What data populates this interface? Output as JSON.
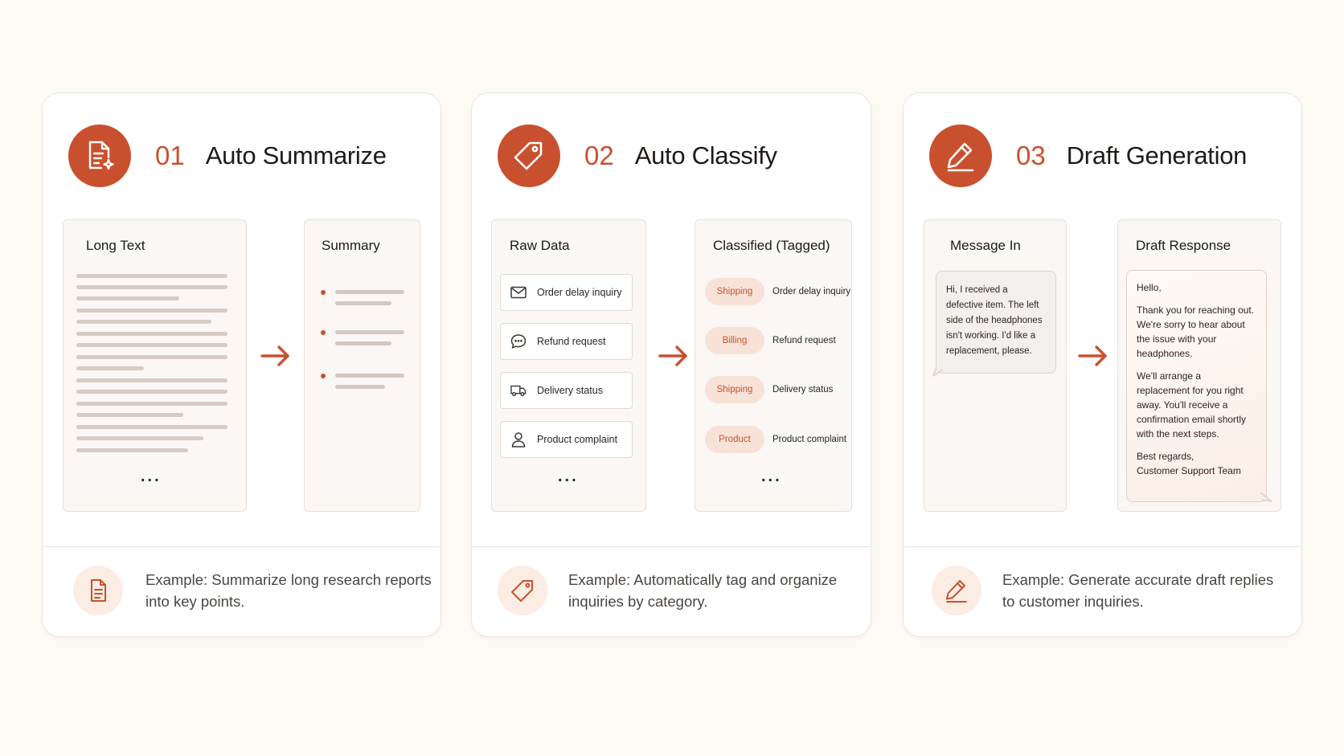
{
  "cards": [
    {
      "number": "01",
      "title": "Auto Summarize",
      "panel_left_title": "Long Text",
      "panel_right_title": "Summary",
      "left_ellipsis": "...",
      "footer_text": "Example: Summarize long research reports into key points.",
      "icon": "document-sparkle-icon",
      "footer_icon": "document-icon"
    },
    {
      "number": "02",
      "title": "Auto Classify",
      "panel_left_title": "Raw Data",
      "panel_right_title": "Classified (Tagged)",
      "raw_items": [
        {
          "label": "Order delay inquiry",
          "icon": "envelope-icon"
        },
        {
          "label": "Refund request",
          "icon": "chat-bubble-icon"
        },
        {
          "label": "Delivery status",
          "icon": "truck-icon"
        },
        {
          "label": "Product complaint",
          "icon": "person-icon"
        }
      ],
      "tagged_items": [
        {
          "tag": "Shipping",
          "label": "Order delay inquiry"
        },
        {
          "tag": "Billing",
          "label": "Refund request"
        },
        {
          "tag": "Shipping",
          "label": "Delivery status"
        },
        {
          "tag": "Product",
          "label": "Product complaint"
        }
      ],
      "left_ellipsis": "...",
      "right_ellipsis": "...",
      "footer_text": "Example: Automatically tag and organize inquiries by category.",
      "icon": "tag-icon",
      "footer_icon": "tag-icon"
    },
    {
      "number": "03",
      "title": "Draft Generation",
      "panel_left_title": "Message In",
      "panel_right_title": "Draft Response",
      "message_in": "Hi, I received a defective item. The left side of the headphones isn't working. I'd like a replacement, please.",
      "draft": {
        "greeting": "Hello,",
        "para1": "Thank you for reaching out. We're sorry to hear about the issue with your headphones.",
        "para2": "We'll arrange a replacement for you right away. You'll receive a confirmation email shortly with the next steps.",
        "signoff1": "Best regards,",
        "signoff2": "Customer Support Team"
      },
      "footer_text": "Example: Generate accurate draft replies to customer inquiries.",
      "icon": "pencil-icon",
      "footer_icon": "pencil-icon"
    }
  ],
  "colors": {
    "accent": "#c9502f",
    "tag_bg": "#f8e2d8",
    "background": "#fdf9f5"
  }
}
